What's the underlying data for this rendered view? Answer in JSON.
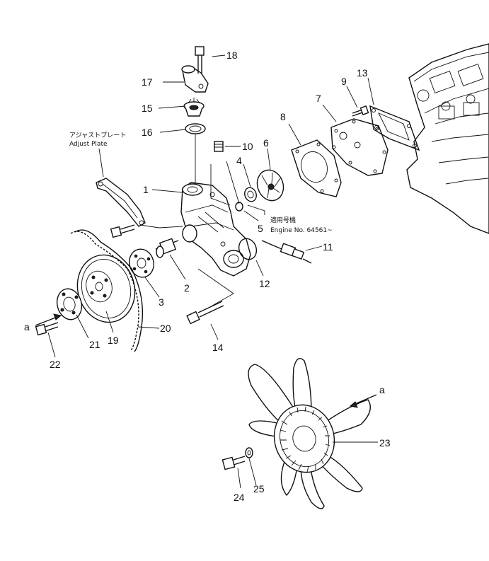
{
  "callouts": [
    {
      "label": "1"
    },
    {
      "label": "2"
    },
    {
      "label": "3"
    },
    {
      "label": "4"
    },
    {
      "label": "5"
    },
    {
      "label": "6"
    },
    {
      "label": "7"
    },
    {
      "label": "8"
    },
    {
      "label": "9"
    },
    {
      "label": "10"
    },
    {
      "label": "11"
    },
    {
      "label": "12"
    },
    {
      "label": "13"
    },
    {
      "label": "14"
    },
    {
      "label": "15"
    },
    {
      "label": "16"
    },
    {
      "label": "17"
    },
    {
      "label": "18"
    },
    {
      "label": "19"
    },
    {
      "label": "20"
    },
    {
      "label": "21"
    },
    {
      "label": "22"
    },
    {
      "label": "23"
    },
    {
      "label": "24"
    },
    {
      "label": "25"
    }
  ],
  "ref_marks": {
    "a_left": "a",
    "a_right": "a"
  },
  "notes": {
    "adjust_plate_jp": "アジャストプレート",
    "adjust_plate_en": "Adjust Plate",
    "engine_jp": "適用号機",
    "engine_en": "Engine No. 64561~"
  }
}
